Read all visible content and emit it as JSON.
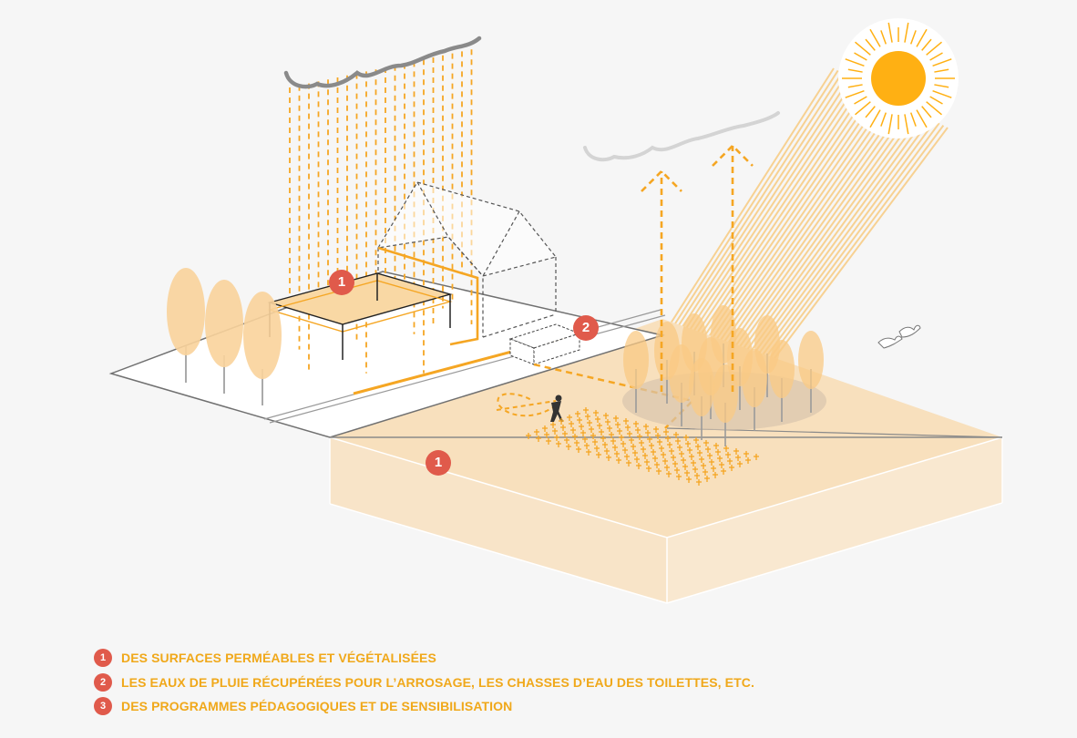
{
  "markers": [
    {
      "id": "roof",
      "label": "1"
    },
    {
      "id": "tank",
      "label": "2"
    },
    {
      "id": "ground",
      "label": "1"
    }
  ],
  "legend": [
    {
      "number": "1",
      "text": "DES SURFACES PERMÉABLES ET VÉGÉTALISÉES"
    },
    {
      "number": "2",
      "text": "LES EAUX DE PLUIE RÉCUPÉRÉES POUR L’ARROSAGE, LES CHASSES D’EAU DES TOILETTES, ETC."
    },
    {
      "number": "3",
      "text": "DES PROGRAMMES PÉDAGOGIQUES ET DE SENSIBILISATION"
    }
  ],
  "colors": {
    "accent": "#f5a623",
    "sun": "#ffb013",
    "marker": "#e05a4b",
    "legend_text": "#f0a81a",
    "soil": "#f8e2c2",
    "cloud": "#8a8a8a"
  }
}
